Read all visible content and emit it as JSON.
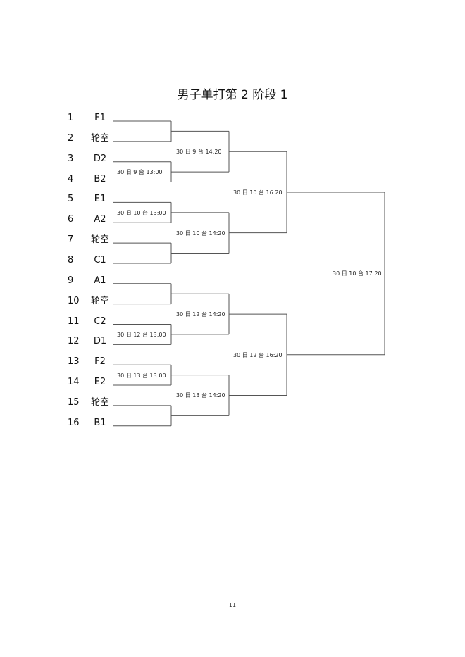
{
  "page": {
    "title": "男子单打第 2 阶段 1",
    "page_number": "11"
  },
  "entries": [
    {
      "seed": "1",
      "player": "F1"
    },
    {
      "seed": "2",
      "player": "轮空"
    },
    {
      "seed": "3",
      "player": "D2"
    },
    {
      "seed": "4",
      "player": "B2"
    },
    {
      "seed": "5",
      "player": "E1"
    },
    {
      "seed": "6",
      "player": "A2"
    },
    {
      "seed": "7",
      "player": "轮空"
    },
    {
      "seed": "8",
      "player": "C1"
    },
    {
      "seed": "9",
      "player": "A1"
    },
    {
      "seed": "10",
      "player": "轮空"
    },
    {
      "seed": "11",
      "player": "C2"
    },
    {
      "seed": "12",
      "player": "D1"
    },
    {
      "seed": "13",
      "player": "F2"
    },
    {
      "seed": "14",
      "player": "E2"
    },
    {
      "seed": "15",
      "player": "轮空"
    },
    {
      "seed": "16",
      "player": "B1"
    }
  ],
  "matches": {
    "r1": [
      "",
      "30 日  9 台 13:00",
      "30 日  10 台 13:00",
      "",
      "",
      "30 日  12 台 13:00",
      "30 日  13 台 13:00",
      ""
    ],
    "r2": [
      "30 日  9 台 14:20",
      "30 日  10 台 14:20",
      "30 日  12 台 14:20",
      "30 日  13 台 14:20"
    ],
    "r3": [
      "30 日  10 台 16:20",
      "30 日  12 台 16:20"
    ],
    "r4": [
      "30 日 10 台 17:20"
    ]
  }
}
